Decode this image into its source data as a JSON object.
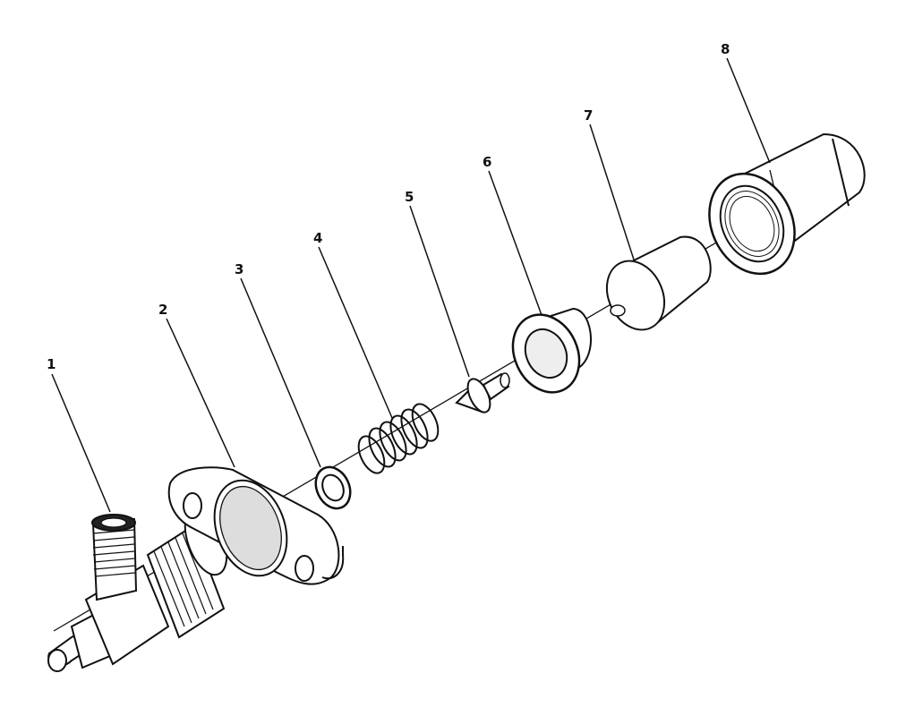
{
  "diagram": {
    "type": "exploded-parts-view",
    "callouts": [
      {
        "id": "1",
        "label": "1"
      },
      {
        "id": "2",
        "label": "2"
      },
      {
        "id": "3",
        "label": "3"
      },
      {
        "id": "4",
        "label": "4"
      },
      {
        "id": "5",
        "label": "5"
      },
      {
        "id": "6",
        "label": "6"
      },
      {
        "id": "7",
        "label": "7"
      },
      {
        "id": "8",
        "label": "8"
      }
    ]
  }
}
